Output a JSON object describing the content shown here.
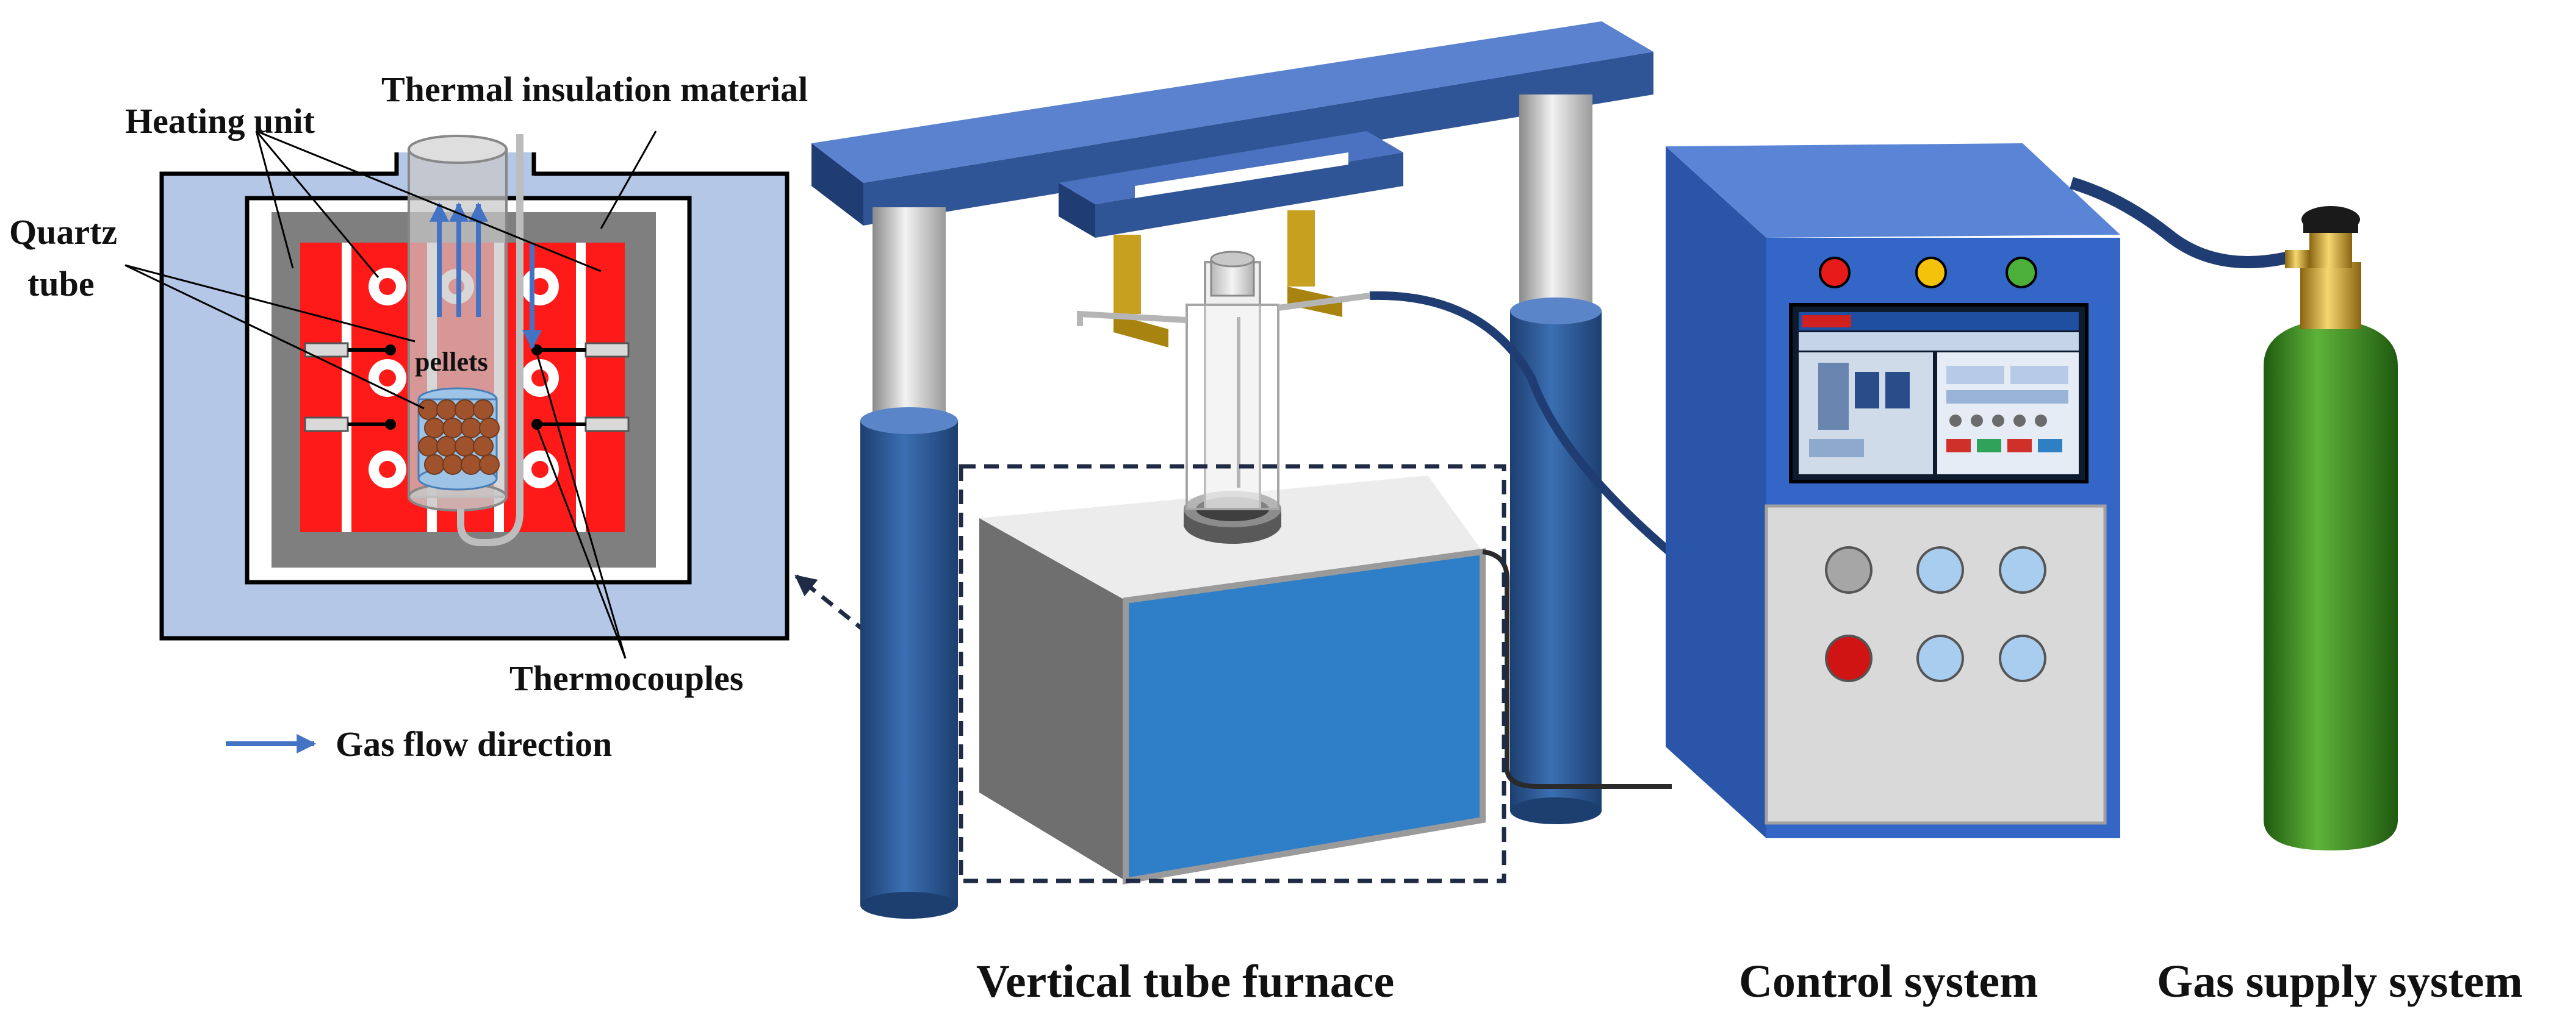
{
  "labels": {
    "thermal_insulation_material": "Thermal insulation material",
    "heating_unit": "Heating unit",
    "quartz_tube_line1": "Quartz",
    "quartz_tube_line2": "tube",
    "pellets": "pellets",
    "thermocouples": "Thermocouples",
    "gas_flow_direction": "Gas flow direction"
  },
  "captions": {
    "vertical_tube_furnace": "Vertical tube furnace",
    "control_system": "Control system",
    "gas_supply_system": "Gas supply system"
  },
  "colors": {
    "heating_red": "#ff1a1a",
    "insulation_blue": "#b4c7e7",
    "insulation_grey": "#7f7f7f",
    "frame_blue": "#4472c4",
    "column_blue": "#2e5c99",
    "cabinet_blue": "#3466c8",
    "furnace_face_blue": "#2e7fc8",
    "panel_grey": "#d9d9d9",
    "gas_flow_arrow": "#4472c4",
    "cylinder_green": "#3a8a1e",
    "valve_brass": "#d4a017"
  },
  "indicator_lights": [
    "red",
    "yellow",
    "green"
  ],
  "icons": [
    "gas-flow-arrow-icon",
    "callout-arrow-icon",
    "gas-cylinder-icon",
    "touch-screen-icon"
  ]
}
